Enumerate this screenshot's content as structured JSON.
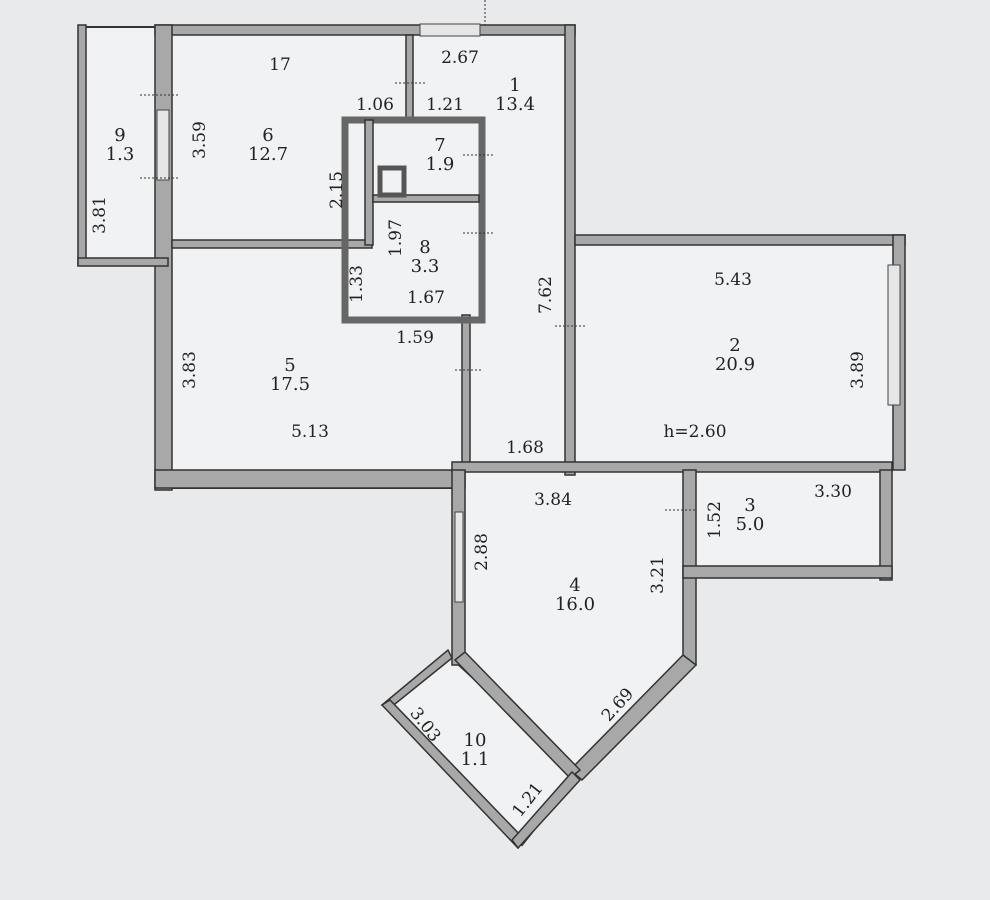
{
  "colors": {
    "background": "#e9eaec",
    "wall": "#a8a8a8",
    "wall_edge": "#333333",
    "floor": "#f1f2f3"
  },
  "rooms": {
    "r1": {
      "number": "1",
      "area": "13.4"
    },
    "r2": {
      "number": "2",
      "area": "20.9",
      "height": "h=2.60"
    },
    "r3": {
      "number": "3",
      "area": "5.0"
    },
    "r4": {
      "number": "4",
      "area": "16.0"
    },
    "r5": {
      "number": "5",
      "area": "17.5"
    },
    "r6": {
      "number": "6",
      "area": "12.7"
    },
    "r7": {
      "number": "7",
      "area": "1.9"
    },
    "r8": {
      "number": "8",
      "area": "3.3"
    },
    "r9": {
      "number": "9",
      "area": "1.3"
    },
    "r10": {
      "number": "10",
      "area": "1.1"
    }
  },
  "dims": {
    "d17": "17",
    "d267": "2.67",
    "d106": "1.06",
    "d121a": "1.21",
    "d359": "3.59",
    "d381": "3.81",
    "d215": "2.15",
    "d197": "1.97",
    "d133": "1.33",
    "d167": "1.67",
    "d159": "1.59",
    "d762": "7.62",
    "d543": "5.43",
    "d389": "3.89",
    "d383": "3.83",
    "d513": "5.13",
    "d168": "1.68",
    "d384": "3.84",
    "d330": "3.30",
    "d152": "1.52",
    "d288": "2.88",
    "d321": "3.21",
    "d269": "2.69",
    "d303": "3.03",
    "d121b": "1.21"
  }
}
